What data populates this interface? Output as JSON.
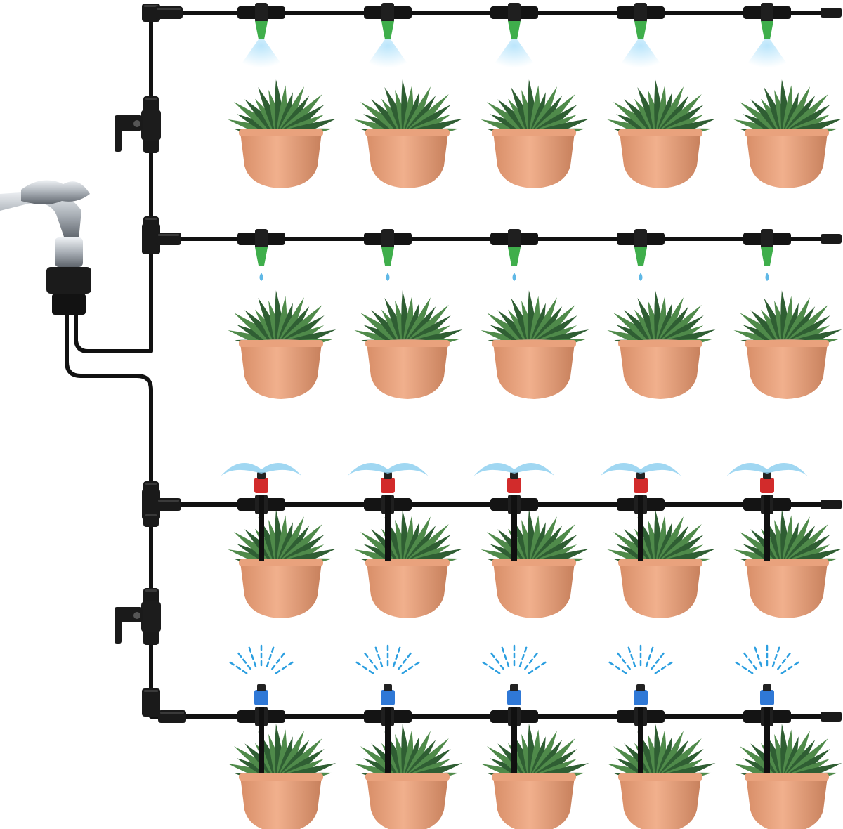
{
  "colors": {
    "background": "#ffffff",
    "pipe": "#111111",
    "pot": "#e9a27d",
    "pot_shade": "#c9835f",
    "soil": "#b39a7c",
    "leaf": "#4f8a4a",
    "leaf_dark": "#2f5e33",
    "faucet_metal": "#b9bec4",
    "nozzle_green": "#3fae4b",
    "nozzle_red": "#d22b2b",
    "nozzle_blue": "#2f78d6",
    "water": "#8fd0f0"
  },
  "scene": {
    "faucet": {
      "icon": "faucet-icon"
    },
    "valves": [
      {
        "icon": "valve-icon"
      },
      {
        "icon": "valve-icon"
      }
    ],
    "rows": [
      {
        "name": "misting-row",
        "nozzle": "green-misting-nozzle",
        "nozzle_color": "nozzle_green",
        "spray": "mist",
        "plants": 5
      },
      {
        "name": "dripper-row",
        "nozzle": "green-drip-nozzle",
        "nozzle_color": "nozzle_green",
        "spray": "drip",
        "plants": 5
      },
      {
        "name": "red-sprinkler-row",
        "nozzle": "red-stake-sprinkler",
        "nozzle_color": "nozzle_red",
        "spray": "fan",
        "plants": 5
      },
      {
        "name": "blue-sprinkler-row",
        "nozzle": "blue-stake-sprinkler",
        "nozzle_color": "nozzle_blue",
        "spray": "jets",
        "plants": 5
      }
    ]
  }
}
